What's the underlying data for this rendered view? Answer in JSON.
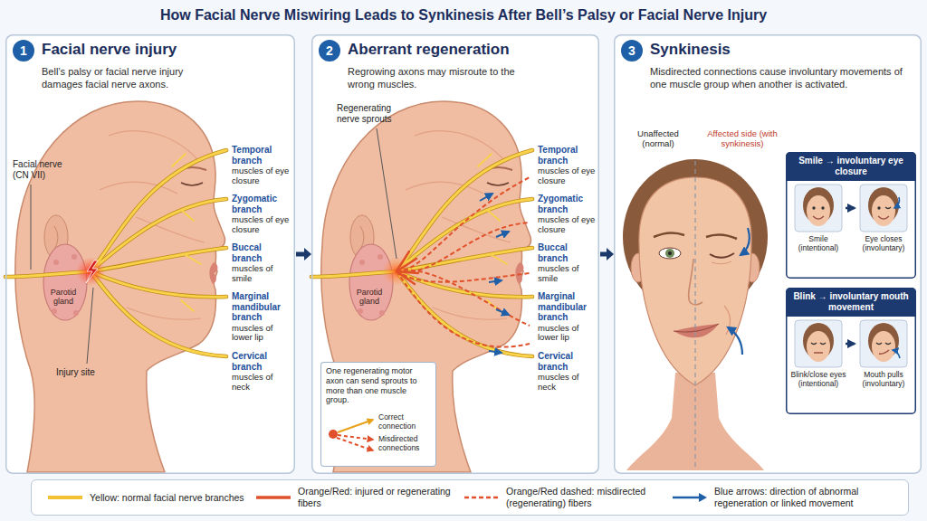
{
  "diagram": {
    "title": "How Facial Nerve Miswiring Leads to Synkinesis After Bell’s Palsy or Facial Nerve Injury",
    "nodes": [
      {
        "text": [
          "Facial nerve injury",
          "Bell’s palsy or facial nerve injury damages facial nerve axons."
        ]
      },
      {
        "text": [
          "1"
        ],
        "in": 0
      },
      {
        "text": [
          "Aberrant regeneration",
          "Regrowing axons may misroute to the wrong muscles."
        ]
      },
      {
        "text": [
          "2"
        ],
        "in": 2
      },
      {
        "text": [
          "One regenerating motor axon can send sprouts to more than one muscle group.",
          "Correct connection",
          "Misdirected connections"
        ],
        "in": 2
      },
      {
        "text": [
          "Synkinesis",
          "Misdirected connections cause involuntary movements of one muscle group when another is activated."
        ]
      },
      {
        "text": [
          "3"
        ],
        "in": 5
      },
      {
        "text": [
          "Smile → involuntary eye closure",
          "Smile (intentional)",
          "Eye closes (involuntary)"
        ],
        "in": 5
      },
      {
        "text": [
          "Blink → involuntary mouth movement",
          "Blink/close eyes (intentional)",
          "Mouth pulls (involuntary)"
        ],
        "in": 5
      }
    ],
    "edges": [
      {
        "from": 0,
        "to": 2,
        "arrow": "to"
      },
      {
        "from": 2,
        "to": 5,
        "arrow": "to"
      }
    ],
    "labels": [
      "Facial nerve (CN VII)",
      "Parotid gland",
      "Injury site",
      "Temporal branch",
      "muscles of eye closure",
      "Zygomatic branch",
      "muscles of eye closure",
      "Buccal branch",
      "muscles of smile",
      "Marginal mandibular branch",
      "muscles of lower lip",
      "Cervical branch",
      "muscles of neck",
      "Regenerating nerve sprouts",
      "Parotid gland",
      "Temporal branch",
      "muscles of eye closure",
      "Zygomatic branch",
      "muscles of eye closure",
      "Buccal branch",
      "muscles of smile",
      "Marginal mandibular branch",
      "muscles of lower lip",
      "Cervical branch",
      "muscles of neck",
      "Unaffected (normal)",
      "Affected side (with synkinesis)"
    ],
    "legend": [
      {
        "text": "Yellow: normal facial nerve branches"
      },
      {
        "text": "Orange/Red: injured or regenerating fibers"
      },
      {
        "text": "Orange/Red dashed: misdirected (regenerating) fibers"
      },
      {
        "text": "Blue arrows: direction of abnormal regeneration or linked movement"
      }
    ]
  }
}
